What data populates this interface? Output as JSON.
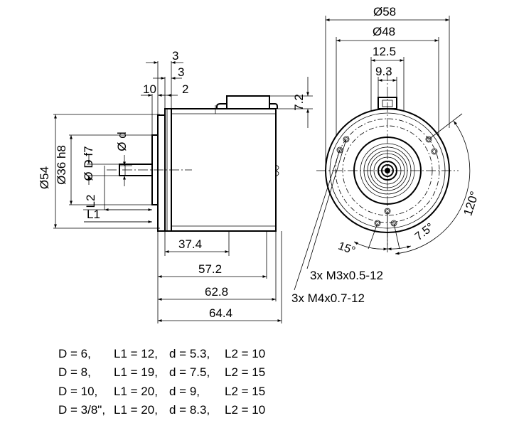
{
  "side_view": {
    "dims": {
      "d3a": "3",
      "d3b": "3",
      "d10": "10",
      "d2": "2",
      "d72": "7.2",
      "d374": "37.4",
      "d572": "57.2",
      "d628": "62.8",
      "d644": "64.4",
      "dia54": "Ø54",
      "dia36": "Ø36 h8",
      "diaD": "Ø D f7",
      "diad": "Ø d",
      "l1": "L1",
      "l2": "L2"
    }
  },
  "front_view": {
    "dims": {
      "dia58": "Ø58",
      "dia48": "Ø48",
      "d125": "12.5",
      "d93": "9.3",
      "a120": "120°",
      "a15": "15°",
      "a75": "7.5°"
    },
    "callouts": {
      "m3": "3x M3x0.5-12",
      "m4": "3x M4x0.7-12"
    }
  },
  "table": {
    "rows": [
      {
        "d": "D =   6,",
        "l1": "L1 = 12,",
        "dd": "d = 5.3,",
        "l2": "L2 = 10"
      },
      {
        "d": "D =   8,",
        "l1": "L1 = 19,",
        "dd": "d = 7.5,",
        "l2": "L2 = 15"
      },
      {
        "d": "D = 10,",
        "l1": "L1 = 20,",
        "dd": "d = 9,",
        "l2": "L2 = 15"
      },
      {
        "d": "D = 3/8\",",
        "l1": "L1 = 20,",
        "dd": "d = 8.3,",
        "l2": "L2 = 10"
      }
    ]
  }
}
